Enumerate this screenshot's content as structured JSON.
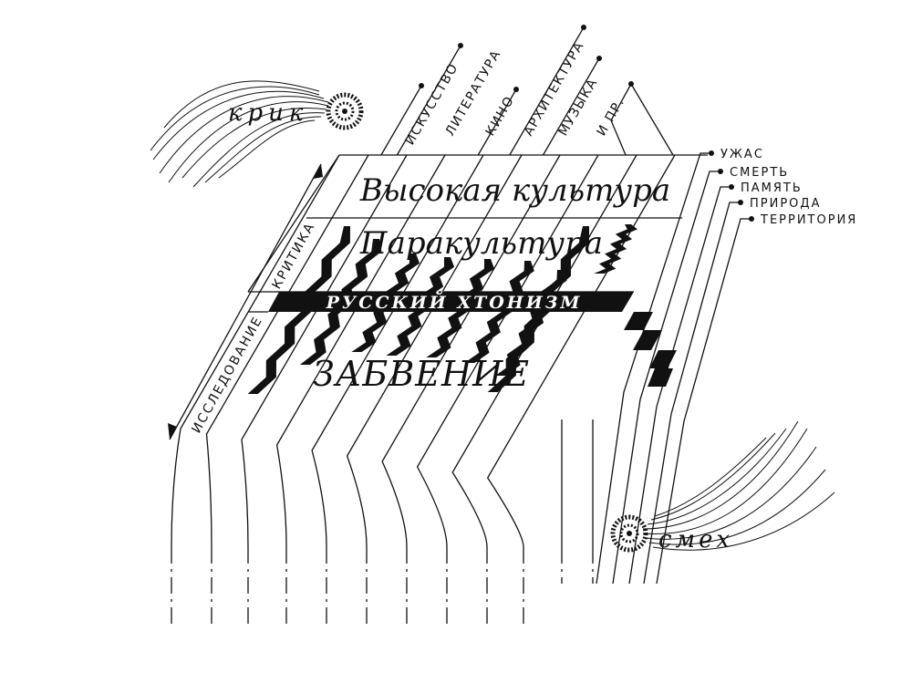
{
  "strata": {
    "high_culture": "Высокая культура",
    "paraculture": "Паракультура",
    "chthonism": "РУССКИЙ ХТОНИЗМ",
    "oblivion": "ЗАБВЕНИЕ"
  },
  "arts": [
    "ИСКУССТВО",
    "ЛИТЕРАТУРА",
    "КИНО",
    "АРХИТЕКТУРА",
    "МУЗЫКА",
    "И ПР."
  ],
  "themes": [
    "УЖАС",
    "СМЕРТЬ",
    "ПАМЯТЬ",
    "ПРИРОДА",
    "ТЕРРИТОРИЯ"
  ],
  "axis": {
    "up": "КРИТИКА",
    "down": "ИССЛЕДОВАНИЕ"
  },
  "comets": {
    "scream": "крик",
    "laughter": "смех"
  },
  "colors": {
    "ink": "#111111",
    "paper": "#ffffff"
  }
}
